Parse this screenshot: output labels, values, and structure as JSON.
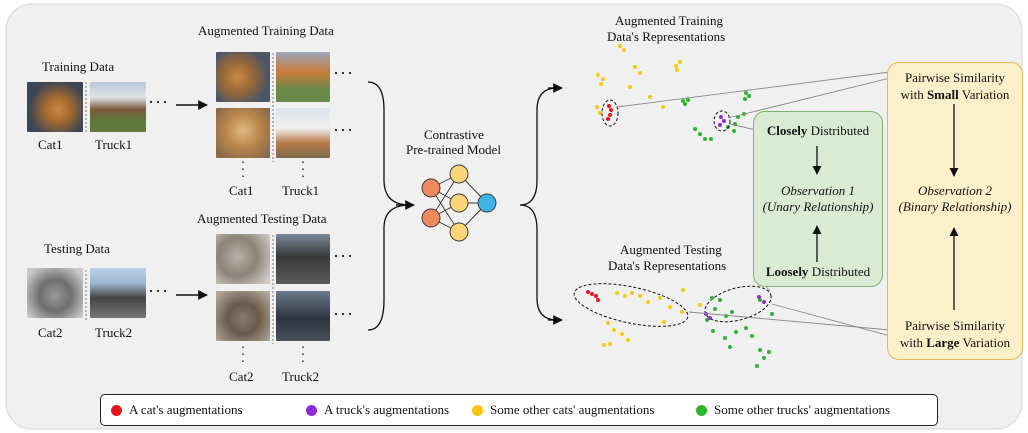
{
  "labels": {
    "training_data": "Training Data",
    "testing_data": "Testing Data",
    "augmented_training": "Augmented Training Data",
    "augmented_testing": "Augmented Testing Data",
    "cat1": "Cat1",
    "truck1": "Truck1",
    "cat2": "Cat2",
    "truck2": "Truck2",
    "model_line1": "Contrastive",
    "model_line2": "Pre-trained Model",
    "train_repr_line1": "Augmented Training",
    "train_repr_line2": "Data's Representations",
    "test_repr_line1": "Augmented Testing",
    "test_repr_line2": "Data's Representations",
    "ellipsis": "···"
  },
  "green_box": {
    "closely_bold": "Closely",
    "closely_rest": " Distributed",
    "obs1_line1": "Observation 1",
    "obs1_line2": "(Unary Relationship)",
    "loosely_bold": "Loosely",
    "loosely_rest": " Distributed"
  },
  "yellow_box": {
    "small_line1": "Pairwise Similarity",
    "small_pre": "with ",
    "small_bold": "Small",
    "small_post": " Variation",
    "obs2_line1": "Observation 2",
    "obs2_line2": "(Binary Relationship)",
    "large_line1": "Pairwise Similarity",
    "large_pre": "with ",
    "large_bold": "Large",
    "large_post": " Variation"
  },
  "legend": [
    {
      "label": "A cat's augmentations",
      "color": "#e8141e"
    },
    {
      "label": "A truck's augmentations",
      "color": "#8e2bd6"
    },
    {
      "label": "Some other cats' augmentations",
      "color": "#f6c90e"
    },
    {
      "label": "Some other trucks' augmentations",
      "color": "#2bb52b"
    }
  ],
  "colors": {
    "panel_bg": "#f0f0f0",
    "green_fill": "#d9ebd3",
    "yellow_fill": "#fdefc9",
    "node_orange": "#f08a5d",
    "node_yellow": "#fcd57a",
    "node_blue": "#3fb3e8"
  }
}
